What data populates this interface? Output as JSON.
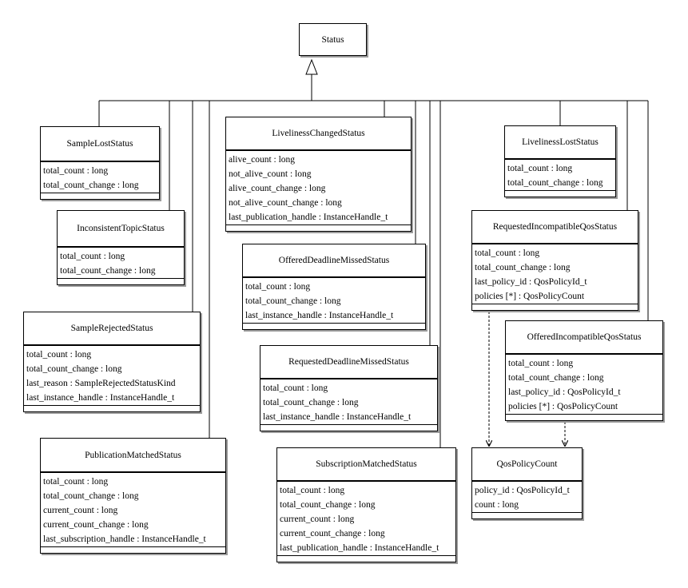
{
  "classes": {
    "status": {
      "name": "Status",
      "attributes": []
    },
    "sample_lost": {
      "name": "SampleLostStatus",
      "attributes": [
        "total_count : long",
        "total_count_change : long"
      ]
    },
    "inconsistent_topic": {
      "name": "InconsistentTopicStatus",
      "attributes": [
        "total_count : long",
        "total_count_change : long"
      ]
    },
    "sample_rejected": {
      "name": "SampleRejectedStatus",
      "attributes": [
        "total_count : long",
        "total_count_change : long",
        "last_reason : SampleRejectedStatusKind",
        "last_instance_handle : InstanceHandle_t"
      ]
    },
    "publication_matched": {
      "name": "PublicationMatchedStatus",
      "attributes": [
        "total_count : long",
        "total_count_change : long",
        "current_count : long",
        "current_count_change : long",
        "last_subscription_handle : InstanceHandle_t"
      ]
    },
    "liveliness_changed": {
      "name": "LivelinessChangedStatus",
      "attributes": [
        "alive_count : long",
        "not_alive_count : long",
        "alive_count_change : long",
        "not_alive_count_change : long",
        "last_publication_handle : InstanceHandle_t"
      ]
    },
    "offered_deadline_missed": {
      "name": "OfferedDeadlineMissedStatus",
      "attributes": [
        "total_count : long",
        "total_count_change : long",
        "last_instance_handle : InstanceHandle_t"
      ]
    },
    "requested_deadline_missed": {
      "name": "RequestedDeadlineMissedStatus",
      "attributes": [
        "total_count : long",
        "total_count_change : long",
        "last_instance_handle : InstanceHandle_t"
      ]
    },
    "subscription_matched": {
      "name": "SubscriptionMatchedStatus",
      "attributes": [
        "total_count : long",
        "total_count_change : long",
        "current_count : long",
        "current_count_change : long",
        "last_publication_handle : InstanceHandle_t"
      ]
    },
    "liveliness_lost": {
      "name": "LivelinessLostStatus",
      "attributes": [
        "total_count : long",
        "total_count_change : long"
      ]
    },
    "requested_incompatible_qos": {
      "name": "RequestedIncompatibleQosStatus",
      "attributes": [
        "total_count : long",
        "total_count_change : long",
        "last_policy_id : QosPolicyId_t",
        "policies [*] : QosPolicyCount"
      ]
    },
    "offered_incompatible_qos": {
      "name": "OfferedIncompatibleQosStatus",
      "attributes": [
        "total_count : long",
        "total_count_change : long",
        "last_policy_id : QosPolicyId_t",
        "policies [*] : QosPolicyCount"
      ]
    },
    "qos_policy_count": {
      "name": "QosPolicyCount",
      "attributes": [
        "policy_id : QosPolicyId_t",
        "count : long"
      ]
    }
  },
  "relationships": [
    {
      "type": "generalization",
      "from": "sample_lost",
      "to": "status"
    },
    {
      "type": "generalization",
      "from": "inconsistent_topic",
      "to": "status"
    },
    {
      "type": "generalization",
      "from": "sample_rejected",
      "to": "status"
    },
    {
      "type": "generalization",
      "from": "publication_matched",
      "to": "status"
    },
    {
      "type": "generalization",
      "from": "liveliness_changed",
      "to": "status"
    },
    {
      "type": "generalization",
      "from": "offered_deadline_missed",
      "to": "status"
    },
    {
      "type": "generalization",
      "from": "requested_deadline_missed",
      "to": "status"
    },
    {
      "type": "generalization",
      "from": "subscription_matched",
      "to": "status"
    },
    {
      "type": "generalization",
      "from": "liveliness_lost",
      "to": "status"
    },
    {
      "type": "generalization",
      "from": "requested_incompatible_qos",
      "to": "status"
    },
    {
      "type": "generalization",
      "from": "offered_incompatible_qos",
      "to": "status"
    },
    {
      "type": "dependency",
      "from": "requested_incompatible_qos",
      "to": "qos_policy_count"
    },
    {
      "type": "dependency",
      "from": "offered_incompatible_qos",
      "to": "qos_policy_count"
    }
  ]
}
